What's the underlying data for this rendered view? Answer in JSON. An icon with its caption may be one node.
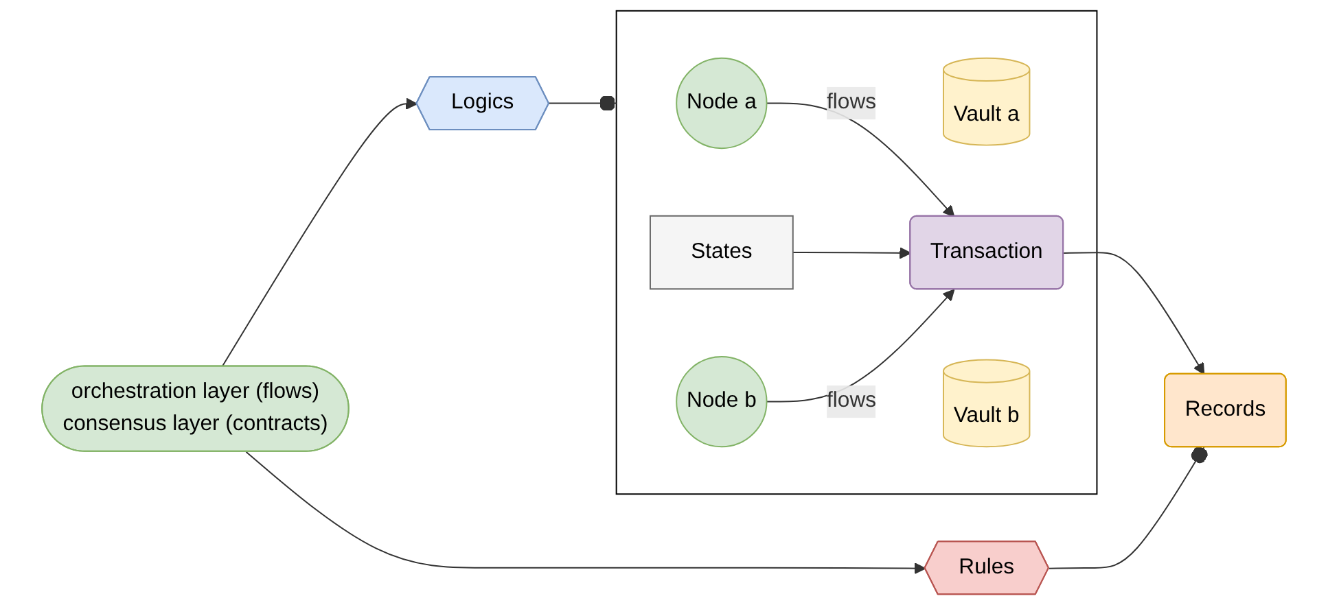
{
  "diagram": {
    "nodes": [
      {
        "text": [
          "orchestration layer (flows)",
          "consensus layer (contracts)"
        ]
      },
      {
        "text": [
          "Logics"
        ]
      },
      {
        "text": [
          "Rules"
        ]
      },
      {
        "text": [],
        "shape": "box"
      },
      {
        "text": [
          "Node a"
        ],
        "in": 3
      },
      {
        "text": [
          "Vault a"
        ],
        "in": 3
      },
      {
        "text": [
          "States"
        ],
        "in": 3
      },
      {
        "text": [
          "Transaction"
        ],
        "in": 3
      },
      {
        "text": [
          "Node b"
        ],
        "in": 3
      },
      {
        "text": [
          "Vault b"
        ],
        "in": 3
      },
      {
        "text": [
          "Records"
        ]
      }
    ],
    "edges": [
      {
        "from": 0,
        "to": 1,
        "arrow": "to"
      },
      {
        "from": 0,
        "to": 2,
        "arrow": "to"
      },
      {
        "from": 1,
        "to": 3,
        "arrow": "other"
      },
      {
        "from": 4,
        "to": 7,
        "arrow": "to",
        "label": "flows"
      },
      {
        "from": 6,
        "to": 7,
        "arrow": "to"
      },
      {
        "from": 8,
        "to": 7,
        "arrow": "to",
        "label": "flows"
      },
      {
        "from": 7,
        "to": 10,
        "arrow": "to"
      },
      {
        "from": 2,
        "to": 10,
        "arrow": "other"
      }
    ]
  }
}
